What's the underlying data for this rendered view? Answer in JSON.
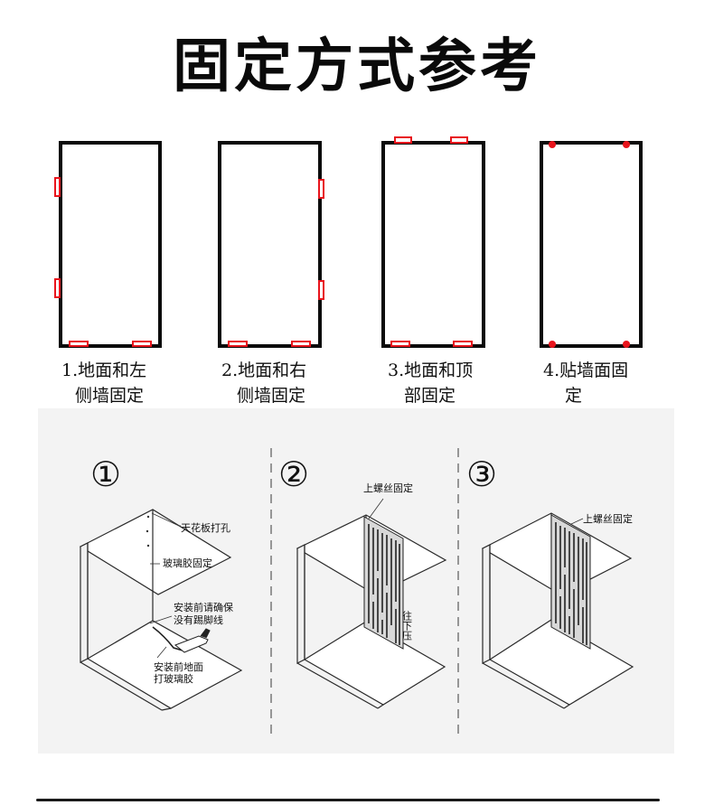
{
  "title": "固定方式参考",
  "methods": [
    {
      "line1": "1.地面和左",
      "line2": "侧墙固定"
    },
    {
      "line1": "2.地面和右",
      "line2": "侧墙固定"
    },
    {
      "line1": "3.地面和顶",
      "line2": "部固定"
    },
    {
      "line1": "4.贴墙面固",
      "line2": "定"
    }
  ],
  "steps": {
    "step1": {
      "number": "①",
      "label_ceiling_drill": "天花板打孔",
      "label_glass_glue": "玻璃胶固定",
      "label_no_baseboard_1": "安装前请确保",
      "label_no_baseboard_2": "没有踢脚线",
      "label_floor_glue_1": "安装前地面",
      "label_floor_glue_2": "打玻璃胶"
    },
    "step2": {
      "number": "②",
      "label_top_screw": "上螺丝固定",
      "label_press_down": "往下压"
    },
    "step3": {
      "number": "③",
      "label_top_screw": "上螺丝固定"
    }
  },
  "colors": {
    "accent_red": "#e8141c",
    "frame_black": "#0b0b0b",
    "lower_bg": "#f3f3f3"
  }
}
